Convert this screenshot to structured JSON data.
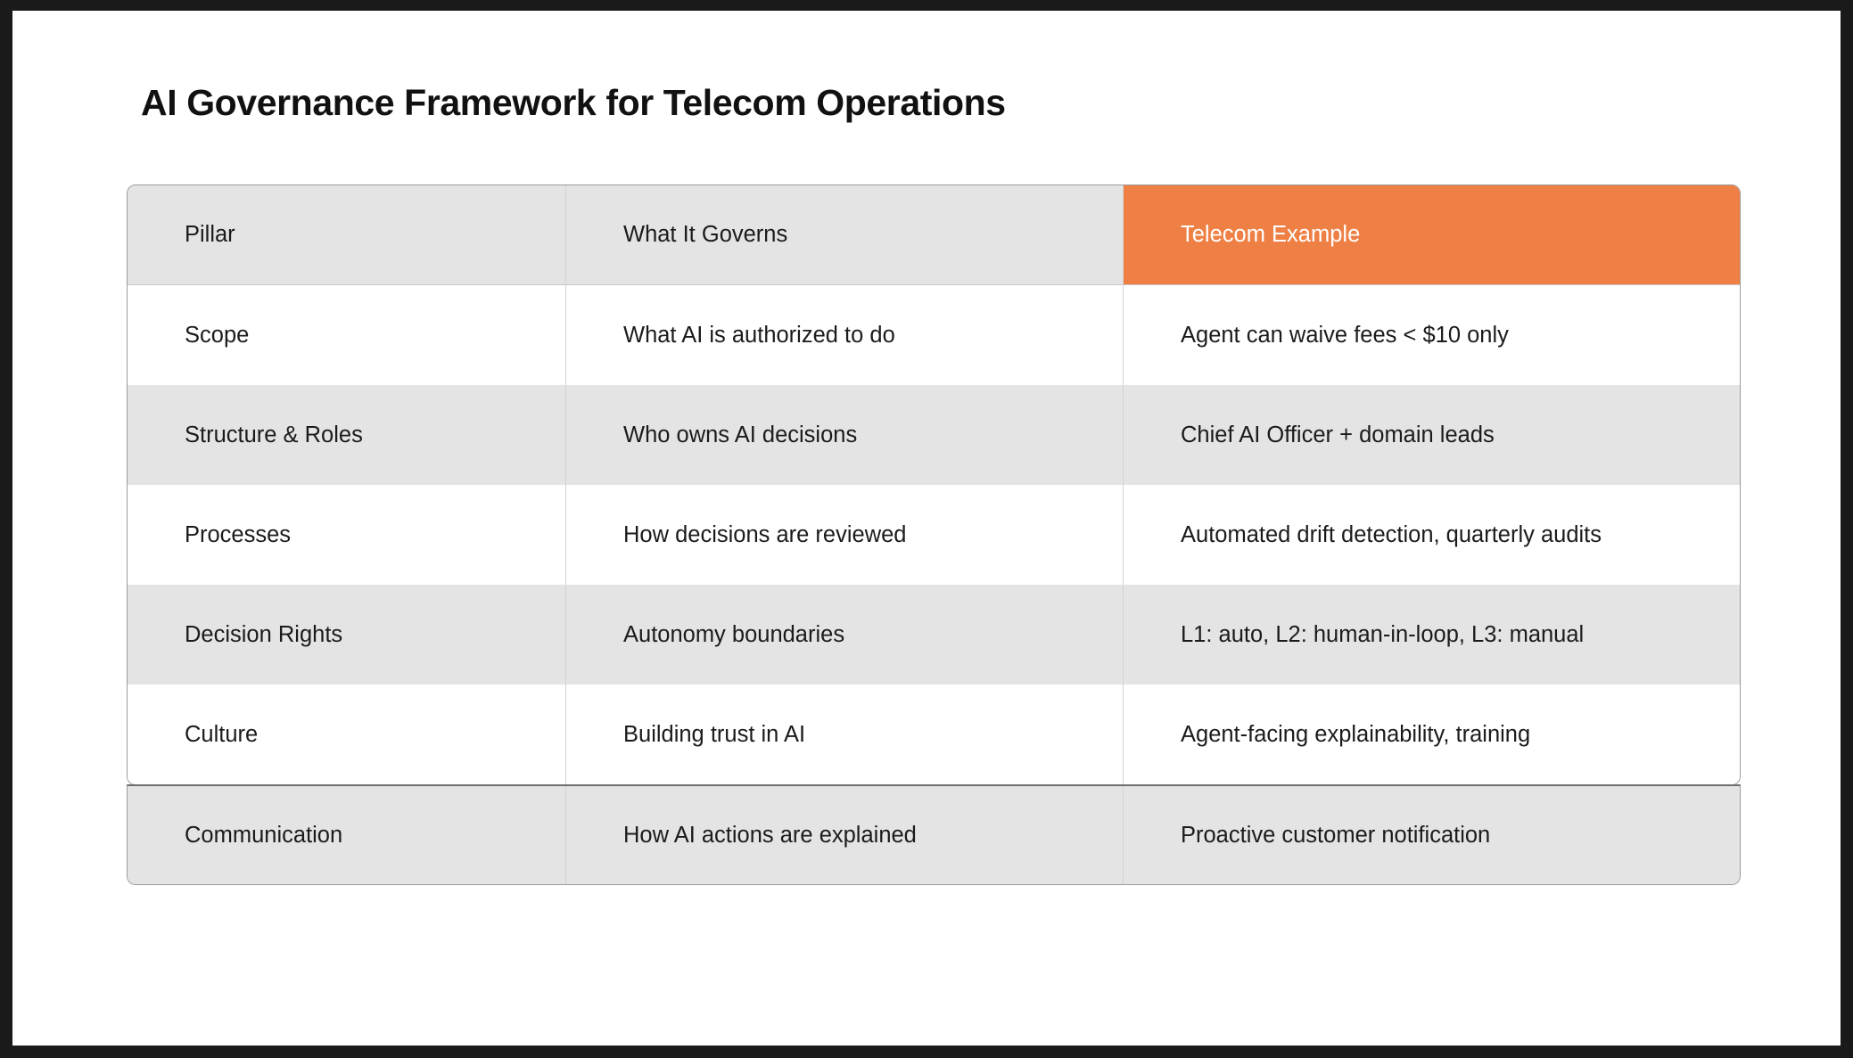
{
  "page": {
    "title": "AI Governance Framework for Telecom Operations",
    "frame_color": "#1a1a1a",
    "card_color": "#ffffff"
  },
  "colors": {
    "accent": "#ef8045",
    "header_bg": "#e4e4e4",
    "row_shaded": "#e4e4e4",
    "row_plain": "#ffffff",
    "text": "#1b1b1b",
    "border": "#9a9a9a"
  },
  "table": {
    "columns": [
      {
        "key": "pillar",
        "label": "Pillar",
        "accent": false
      },
      {
        "key": "governs",
        "label": "What It Governs",
        "accent": false
      },
      {
        "key": "example",
        "label": "Telecom Example",
        "accent": true
      }
    ],
    "rows": [
      {
        "pillar": "Scope",
        "governs": "What AI is authorized to do",
        "example": "Agent can waive fees < $10 only",
        "shaded": false
      },
      {
        "pillar": "Structure & Roles",
        "governs": "Who owns AI decisions",
        "example": "Chief AI Officer + domain leads",
        "shaded": true
      },
      {
        "pillar": "Processes",
        "governs": "How decisions are reviewed",
        "example": "Automated drift detection, quarterly audits",
        "shaded": false
      },
      {
        "pillar": "Decision Rights",
        "governs": "Autonomy boundaries",
        "example": "L1: auto, L2: human-in-loop, L3: manual",
        "shaded": true
      },
      {
        "pillar": "Culture",
        "governs": "Building trust in AI",
        "example": "Agent-facing explainability, training",
        "shaded": false
      }
    ],
    "trailing_row": {
      "pillar": "Communication",
      "governs": "How AI actions are explained",
      "example": "Proactive customer notification",
      "shaded": true
    }
  }
}
